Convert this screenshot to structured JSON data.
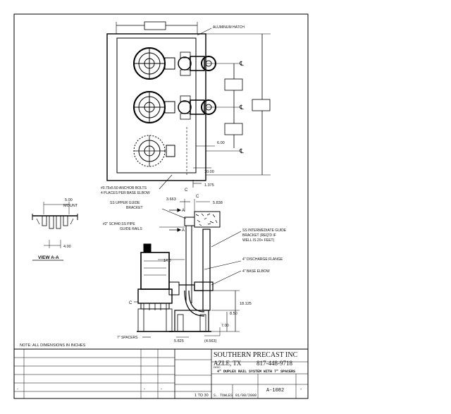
{
  "callouts": {
    "aluminum_hatch": "ALUMINUM HATCH",
    "anchor_bolts_1": "#0.75x5.50 ANCHOR BOLTS",
    "anchor_bolts_2": "4 PLACES PER BASE ELBOW",
    "ss_upper_1": "SS UPPER GUIDE",
    "ss_upper_2": "BRACKET",
    "rails_1": "#2\" SCH40 SS PIPE",
    "rails_2": "GUIDE RAILS",
    "intermediate_1": "SS INTERMEDIATE GUIDE",
    "intermediate_2": "BRACKET (REQ'D IF",
    "intermediate_3": "WELL IS 20+ FEET)",
    "discharge_flange": "4\" DISCHARGE FLANGE",
    "base_elbow": "4\" BASE ELBOW",
    "spacers": "7\" SPACERS",
    "centerline": "℄",
    "cl_c": "C"
  },
  "dimensions": {
    "d6": "6.00",
    "d10": "10.00",
    "d1375": "1.375",
    "d3663": "3.663",
    "d5838": "5.838",
    "d14": "14.0",
    "d18125": "18.125",
    "d850": "8.50",
    "d700": "7.00",
    "d4563": "(4.563)",
    "d5825": "5.825",
    "mount_value": "5.00",
    "mount_label": "MOUNT",
    "d400": "4.00",
    "section_a": "A",
    "view_aa": "VIEW A-A"
  },
  "note": "NOTE: ALL DIMENSIONS IN INCHES",
  "title_block": {
    "company": "SOUTHERN PRECAST INC",
    "city": "AZLE, TX",
    "phone": "817-448-9718",
    "desc_label": "DESC",
    "description": "4\" DUPLEX RAIL SYSTEM WITH 7\" SPACERS",
    "scale": "1 TO 30",
    "drawn_by": "S. TOWLES",
    "date": "01/08/2008",
    "dwg_no": "A-1082",
    "rev": "-",
    "rev_col_a": "-",
    "rev_col_b": "-",
    "rev_col_c": "-"
  }
}
